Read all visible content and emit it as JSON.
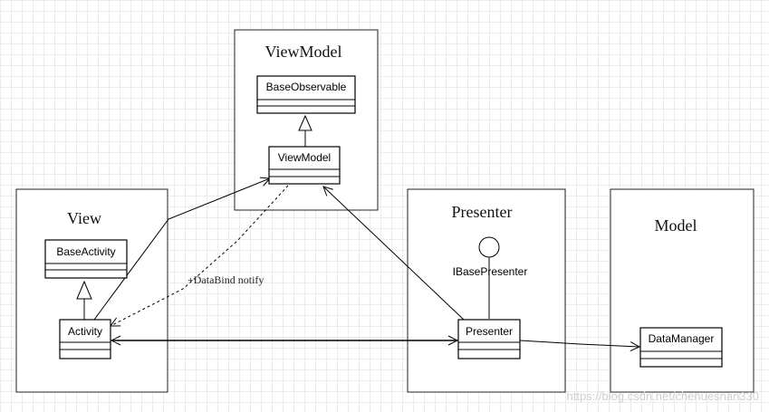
{
  "packages": {
    "viewmodel": "ViewModel",
    "view": "View",
    "presenter": "Presenter",
    "model": "Model"
  },
  "classes": {
    "base_observable": "BaseObservable",
    "viewmodel": "ViewModel",
    "base_activity": "BaseActivity",
    "activity": "Activity",
    "presenter": "Presenter",
    "data_manager": "DataManager"
  },
  "interface": {
    "name": "IBasePresenter"
  },
  "labels": {
    "databind": "+DataBind notify"
  },
  "watermark": "https://blog.csdn.net/chenuesnan330"
}
